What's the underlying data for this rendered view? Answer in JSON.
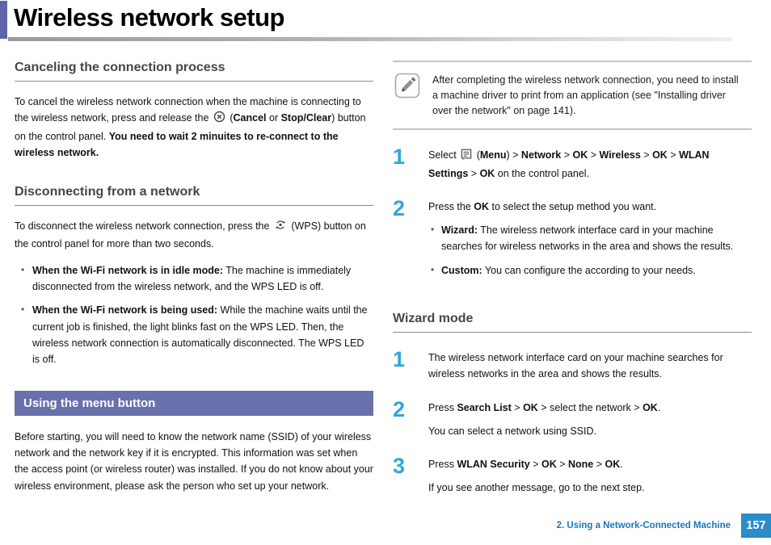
{
  "title": "Wireless network setup",
  "left": {
    "cancel": {
      "heading": "Canceling the connection process",
      "pre": [
        {
          "t": "To cancel the wireless network connection when the machine is connecting to the wireless network, press and release the ",
          "b": false
        }
      ],
      "post": [
        {
          "t": " (",
          "b": false
        },
        {
          "t": "Cancel",
          "b": true
        },
        {
          "t": " or ",
          "b": false
        },
        {
          "t": "Stop/Clear",
          "b": true
        },
        {
          "t": ") button on the control panel. ",
          "b": false
        },
        {
          "t": "You need to wait 2 minuites to re-connect to the wireless network.",
          "b": true
        }
      ]
    },
    "disconnect": {
      "heading": "Disconnecting from a network",
      "pre": [
        {
          "t": "To disconnect the wireless network connection, press the ",
          "b": false
        }
      ],
      "post": [
        {
          "t": " (WPS) button on the control panel for more than two seconds.",
          "b": false
        }
      ],
      "bullets": [
        [
          {
            "t": "When the Wi-Fi network is in idle mode:",
            "b": true
          },
          {
            "t": " The machine is immediately disconnected from the wireless network, and the WPS LED is off.",
            "b": false
          }
        ],
        [
          {
            "t": "When the Wi-Fi network is being used:",
            "b": true
          },
          {
            "t": " While the machine waits until the current job is finished, the light blinks fast on the WPS LED. Then, the wireless network connection is automatically disconnected. The WPS LED is off.",
            "b": false
          }
        ]
      ]
    },
    "menu_button": {
      "banner": "Using the menu button",
      "para": "Before starting, you will need to know the network name (SSID) of your wireless network and the network key if it is encrypted. This information was set when the access point (or wireless router) was installed. If you do not know about your wireless environment, please ask the person who set up your network."
    }
  },
  "right": {
    "note": "After completing the wireless network connection, you need to install a machine driver to print from an application (see \"Installing driver over the network\" on page 141).",
    "steps": [
      {
        "num": "1",
        "pre": [
          {
            "t": "Select ",
            "b": false
          }
        ],
        "post": [
          {
            "t": " (",
            "b": false
          },
          {
            "t": "Menu",
            "b": true
          },
          {
            "t": ") > ",
            "b": false
          },
          {
            "t": "Network",
            "b": true
          },
          {
            "t": " > ",
            "b": false
          },
          {
            "t": "OK",
            "b": true
          },
          {
            "t": " > ",
            "b": false
          },
          {
            "t": "Wireless",
            "b": true
          },
          {
            "t": " > ",
            "b": false
          },
          {
            "t": "OK",
            "b": true
          },
          {
            "t": " > ",
            "b": false
          },
          {
            "t": "WLAN Settings",
            "b": true
          },
          {
            "t": " > ",
            "b": false
          },
          {
            "t": "OK",
            "b": true
          },
          {
            "t": " on the control panel.",
            "b": false
          }
        ]
      },
      {
        "num": "2",
        "text": [
          {
            "t": "Press the ",
            "b": false
          },
          {
            "t": "OK",
            "b": true
          },
          {
            "t": " to select the setup method you want.",
            "b": false
          }
        ],
        "bullets": [
          [
            {
              "t": "Wizard:",
              "b": true
            },
            {
              "t": " The wireless network interface card in your machine searches for wireless networks in the area and shows the results.",
              "b": false
            }
          ],
          [
            {
              "t": "Custom:",
              "b": true
            },
            {
              "t": " You can configure the according to your needs.",
              "b": false
            }
          ]
        ]
      }
    ],
    "wizard": {
      "heading": "Wizard mode",
      "steps": [
        {
          "num": "1",
          "text": [
            {
              "t": "The wireless network interface card on your machine searches for wireless networks in the area and shows the results.",
              "b": false
            }
          ]
        },
        {
          "num": "2",
          "text": [
            {
              "t": "Press ",
              "b": false
            },
            {
              "t": "Search List",
              "b": true
            },
            {
              "t": " > ",
              "b": false
            },
            {
              "t": "OK",
              "b": true
            },
            {
              "t": " > select the network > ",
              "b": false
            },
            {
              "t": "OK",
              "b": true
            },
            {
              "t": ".",
              "b": false
            }
          ],
          "sub": "You can select a network using SSID."
        },
        {
          "num": "3",
          "text": [
            {
              "t": "Press ",
              "b": false
            },
            {
              "t": "WLAN Security",
              "b": true
            },
            {
              "t": " > ",
              "b": false
            },
            {
              "t": "OK",
              "b": true
            },
            {
              "t": " > ",
              "b": false
            },
            {
              "t": "None",
              "b": true
            },
            {
              "t": " > ",
              "b": false
            },
            {
              "t": "OK",
              "b": true
            },
            {
              "t": ".",
              "b": false
            }
          ],
          "sub": "If you see another message, go to the next step."
        }
      ]
    }
  },
  "footer": {
    "chapter": "2.  Using a Network-Connected Machine",
    "page_number": "157"
  },
  "icons": {
    "note": "pencil-note-icon",
    "cancel": "cancel-stop-icon",
    "wps": "wps-icon",
    "menu": "menu-icon"
  },
  "colors": {
    "accent_purple": "#5e64a6",
    "banner_purple": "#6a70ab",
    "step_blue": "#35a4d9",
    "footer_blue": "#1c76bb",
    "pagebox_blue": "#2b8cc9"
  }
}
